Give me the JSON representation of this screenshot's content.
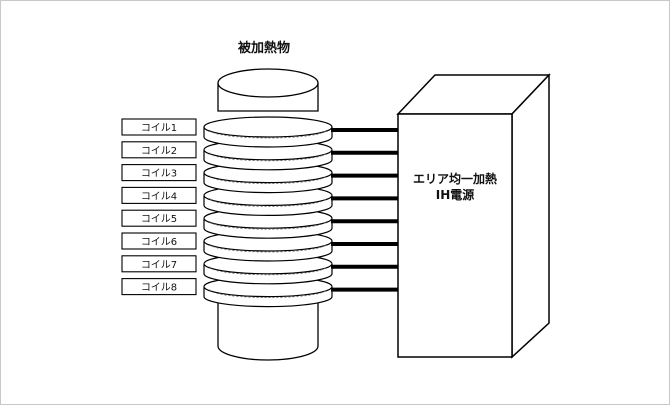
{
  "workpiece_label": "被加熱物",
  "coil_labels": [
    "コイル1",
    "コイル2",
    "コイル3",
    "コイル4",
    "コイル5",
    "コイル6",
    "コイル7",
    "コイル8"
  ],
  "power_supply": {
    "line1": "エリア均一加熱",
    "line2": "IH電源"
  }
}
